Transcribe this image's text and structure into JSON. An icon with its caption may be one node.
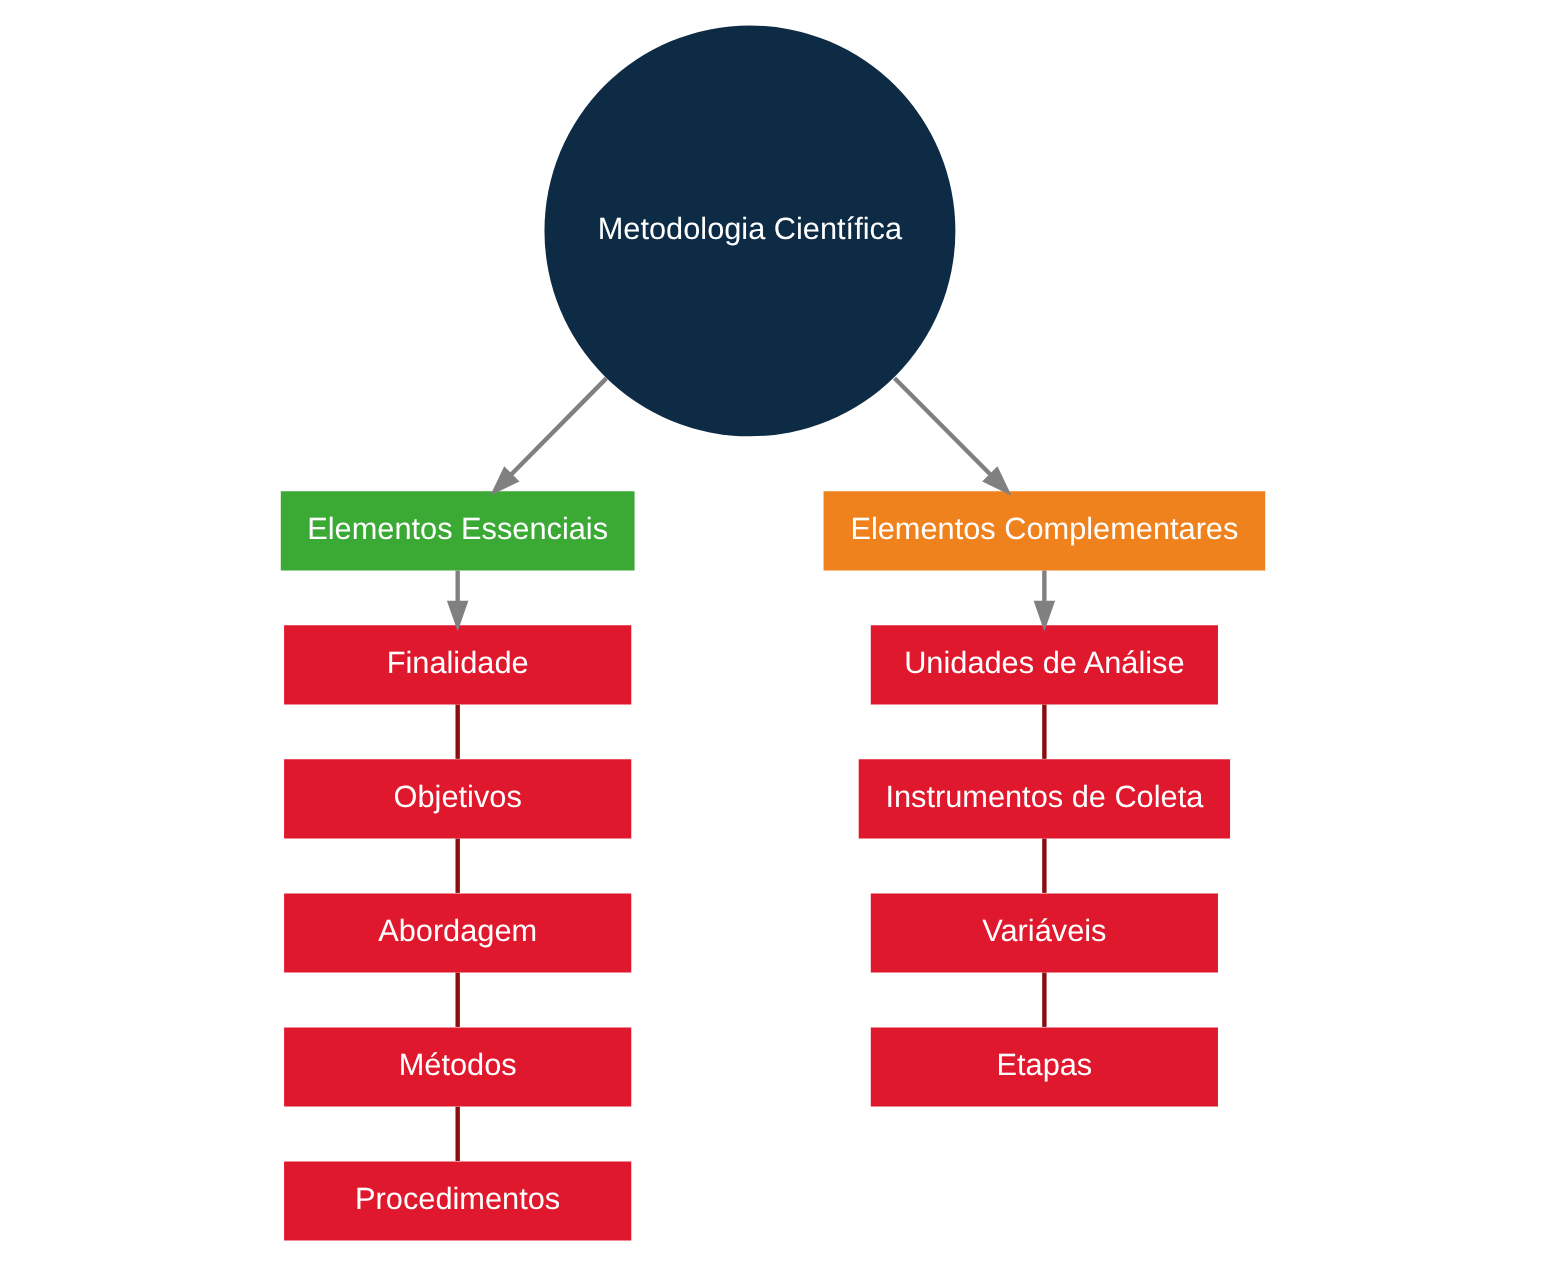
{
  "diagram": {
    "nodes": [
      {
        "text": [
          "Metodologia Científica"
        ]
      },
      {
        "text": [
          "Elementos Essenciais"
        ]
      },
      {
        "text": [
          "Elementos Complementares"
        ]
      },
      {
        "text": [
          "Finalidade"
        ]
      },
      {
        "text": [
          "Objetivos"
        ]
      },
      {
        "text": [
          "Abordagem"
        ]
      },
      {
        "text": [
          "Métodos"
        ]
      },
      {
        "text": [
          "Procedimentos"
        ]
      },
      {
        "text": [
          "Unidades de Análise"
        ]
      },
      {
        "text": [
          "Instrumentos de Coleta"
        ]
      },
      {
        "text": [
          "Variáveis"
        ]
      },
      {
        "text": [
          "Etapas"
        ]
      }
    ],
    "edges": [
      {
        "from": 0,
        "to": 1,
        "arrow": "to",
        "color": "#808080"
      },
      {
        "from": 0,
        "to": 2,
        "arrow": "to",
        "color": "#808080"
      },
      {
        "from": 1,
        "to": 3,
        "arrow": "to",
        "color": "#808080"
      },
      {
        "from": 2,
        "to": 8,
        "arrow": "to",
        "color": "#808080"
      },
      {
        "from": 3,
        "to": 4,
        "arrow": "none",
        "color": "#8b0d0d"
      },
      {
        "from": 4,
        "to": 5,
        "arrow": "none",
        "color": "#8b0d0d"
      },
      {
        "from": 5,
        "to": 6,
        "arrow": "none",
        "color": "#8b0d0d"
      },
      {
        "from": 6,
        "to": 7,
        "arrow": "none",
        "color": "#8b0d0d"
      },
      {
        "from": 8,
        "to": 9,
        "arrow": "none",
        "color": "#8b0d0d"
      },
      {
        "from": 9,
        "to": 10,
        "arrow": "none",
        "color": "#8b0d0d"
      },
      {
        "from": 10,
        "to": 11,
        "arrow": "none",
        "color": "#8b0d0d"
      }
    ]
  }
}
